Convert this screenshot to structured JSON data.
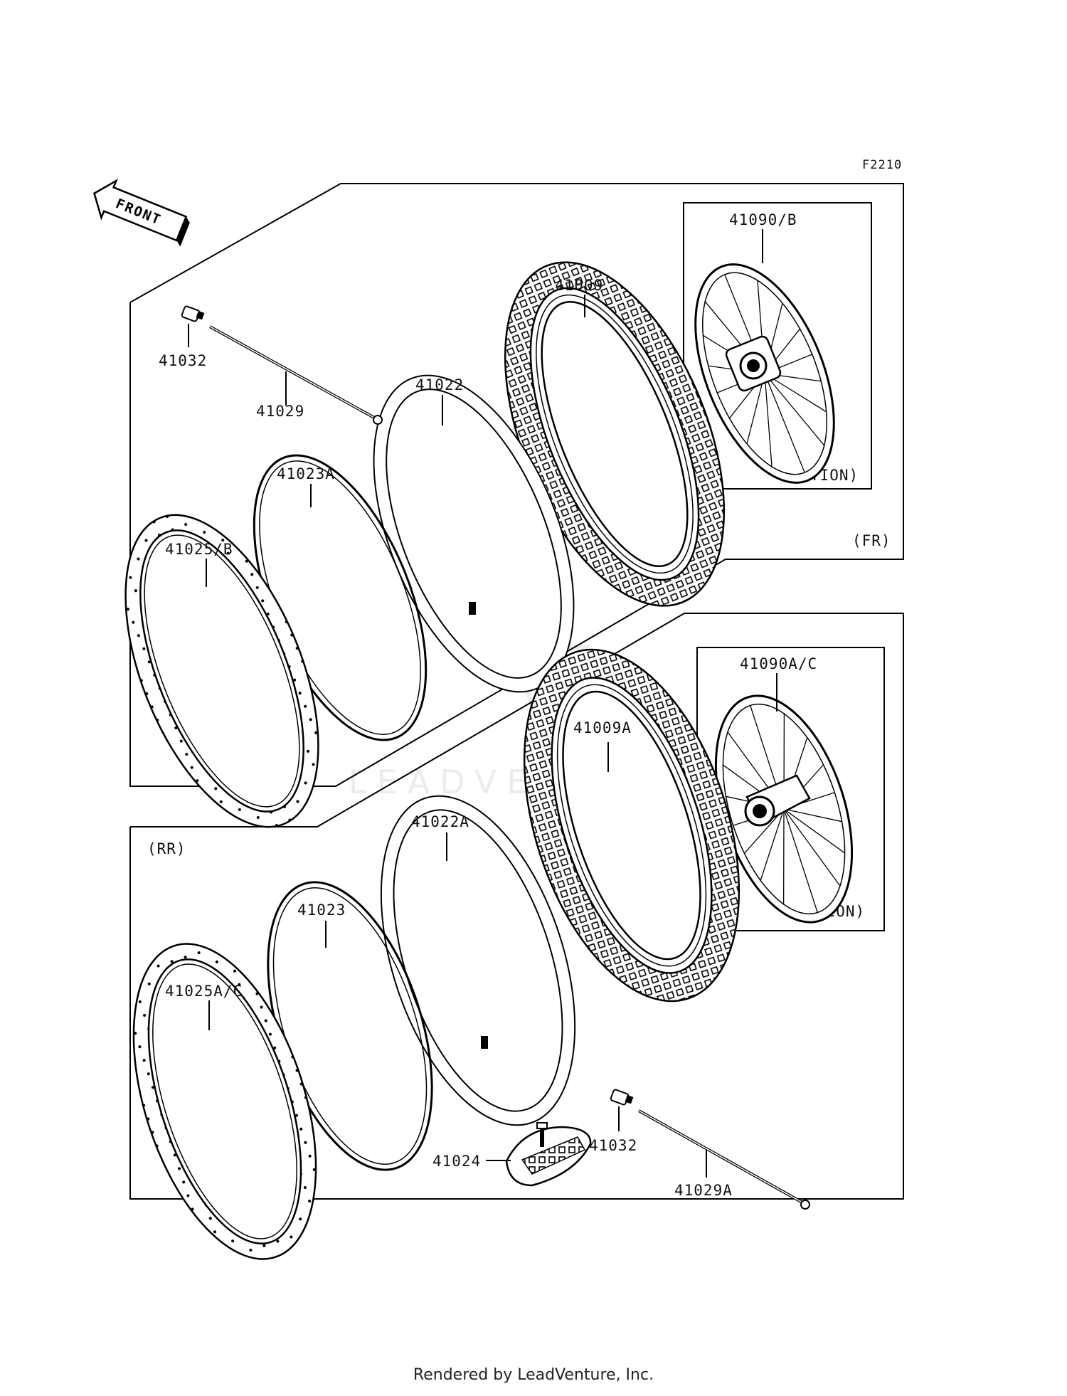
{
  "diagram": {
    "code": "F2210",
    "front_badge": "FRONT",
    "watermark": "LEADVENTURE",
    "front_group": {
      "marker": "(FR)",
      "option": "(OPTION)",
      "parts": {
        "valve_cap": "41032",
        "spoke": "41029",
        "tube": "41022",
        "rim_band": "41023A",
        "rim": "41025/B",
        "tire": "41009",
        "wheel": "41090/B"
      }
    },
    "rear_group": {
      "marker": "(RR)",
      "option": "(OPTION)",
      "parts": {
        "tube": "41022A",
        "rim_band": "41023",
        "rim": "41025A/C",
        "tire": "41009A",
        "wheel": "41090A/C",
        "rim_lock": "41024",
        "valve_cap": "41032",
        "spoke": "41029A"
      }
    }
  },
  "footer": "Rendered by LeadVenture, Inc."
}
